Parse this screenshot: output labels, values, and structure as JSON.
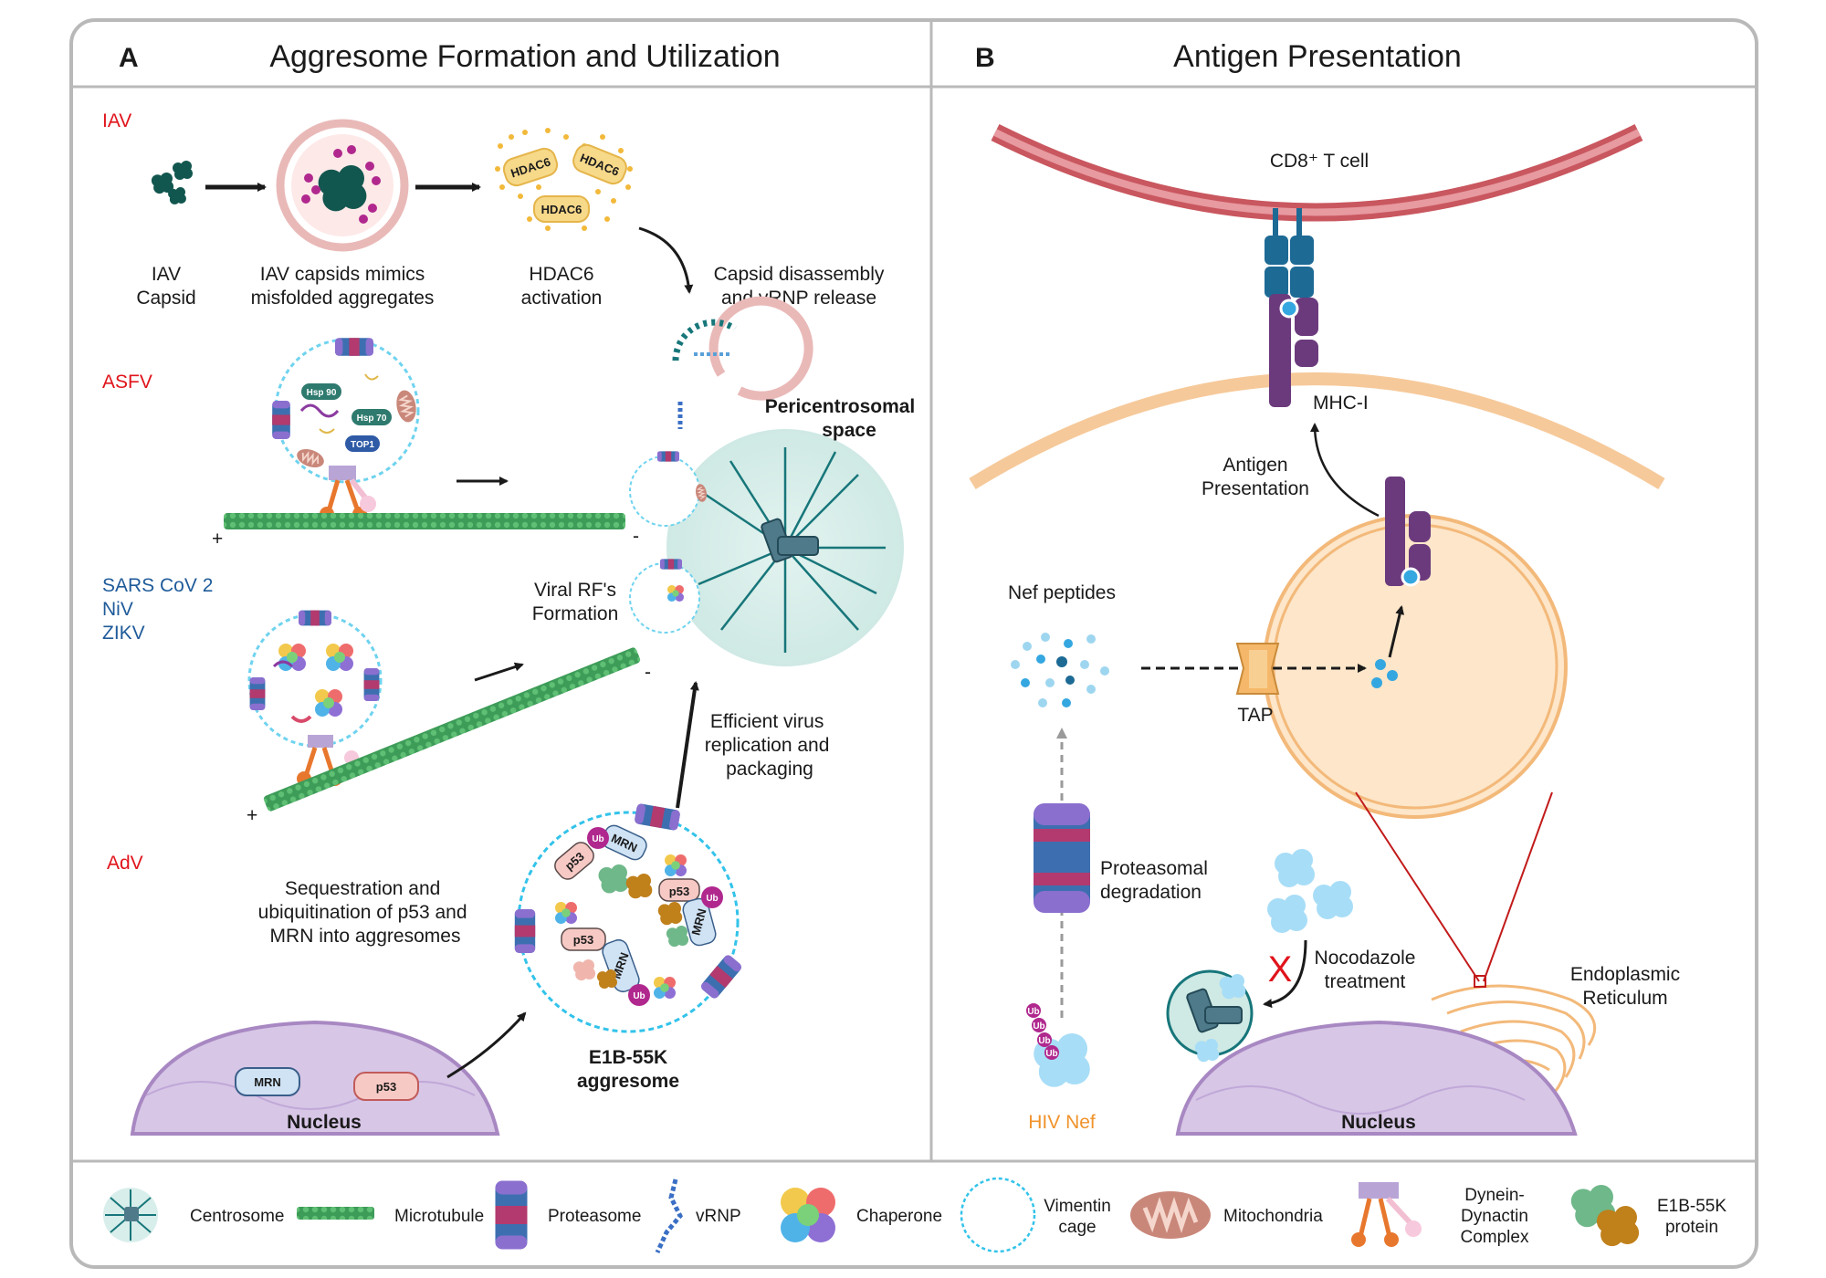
{
  "panel_a": {
    "letter": "A",
    "title": "Aggresome Formation and Utilization",
    "iav": {
      "virus": "IAV",
      "capsid": [
        "IAV",
        "Capsid"
      ],
      "mimic": [
        "IAV capsids mimics",
        "misfolded aggregates"
      ],
      "hdac": [
        "HDAC6",
        "activation"
      ],
      "hdac_tag": "HDAC6",
      "release": [
        "Capsid disassembly",
        "and vRNP release"
      ]
    },
    "asfv": {
      "virus": "ASFV",
      "hsp90": "Hsp 90",
      "hsp70": "Hsp 70",
      "top1": "TOP1"
    },
    "pericentrosomal": [
      "Pericentrosomal",
      "space"
    ],
    "viruses_group": [
      "SARS CoV 2",
      "NiV",
      "ZIKV"
    ],
    "viral_rf": [
      "Viral RF's",
      "Formation"
    ],
    "replication": [
      "Efficient virus",
      "replication and",
      "packaging"
    ],
    "plus": "+",
    "minus": "-",
    "adv": {
      "virus": "AdV",
      "sequestration": [
        "Sequestration and",
        "ubiquitination of p53 and",
        "MRN into aggresomes"
      ],
      "aggresome": [
        "E1B-55K",
        "aggresome"
      ],
      "nucleus": "Nucleus",
      "mrn": "MRN",
      "p53": "p53",
      "ub": "Ub"
    }
  },
  "panel_b": {
    "letter": "B",
    "title": "Antigen Presentation",
    "tcell": "CD8⁺ T cell",
    "mhc": "MHC-I",
    "antigen_presentation": [
      "Antigen",
      "Presentation"
    ],
    "nef_peptides": "Nef peptides",
    "tap": "TAP",
    "proteasomal": [
      "Proteasomal",
      "degradation"
    ],
    "nocodazole": [
      "Nocodazole",
      "treatment"
    ],
    "block_mark": "X",
    "er": [
      "Endoplasmic",
      "Reticulum"
    ],
    "nucleus": "Nucleus",
    "hiv_nef": "HIV Nef",
    "ub": "Ub"
  },
  "legend": [
    {
      "label": "Centrosome",
      "icon": "centrosome-icon"
    },
    {
      "label": "Microtubule",
      "icon": "microtubule-icon"
    },
    {
      "label": "Proteasome",
      "icon": "proteasome-icon"
    },
    {
      "label": "vRNP",
      "icon": "vrnp-icon"
    },
    {
      "label": "Chaperone",
      "icon": "chaperone-icon"
    },
    {
      "label": "Vimentin\ncage",
      "icon": "vimentin-cage-icon"
    },
    {
      "label": "Mitochondria",
      "icon": "mitochondria-icon"
    },
    {
      "label": "Dynein-\nDynactin\nComplex",
      "icon": "dynein-icon"
    },
    {
      "label": "E1B-55K\nprotein",
      "icon": "e1b-55k-icon"
    }
  ],
  "colors": {
    "frame": "#b9b9b9",
    "teal_capsid": "#12574f",
    "hdac_fill": "#f7d98a",
    "hdac_dots": "#f2b93a",
    "virus_red": "#e0141c",
    "virus_blue": "#1f5b9a",
    "hiv_orange": "#f0932b",
    "centrosome_bg": "#d8eeeb",
    "microtubule": "#3a9a5a",
    "tcell_membrane": "#c9575f",
    "cell_membrane": "#f6c99a",
    "er_fill": "#fde6c9",
    "mhc_purple": "#6b3a7d",
    "tcr_blue": "#1d6a95",
    "nucleus": "#d7c6e6",
    "block_red": "#e0141c"
  }
}
